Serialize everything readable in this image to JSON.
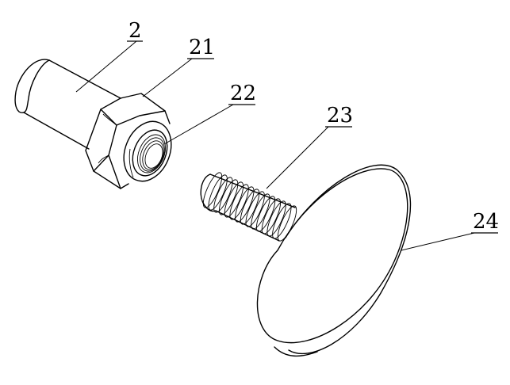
{
  "labels": {
    "part_2": "2",
    "part_21": "21",
    "part_22": "22",
    "part_23": "23",
    "part_24": "24"
  },
  "colors": {
    "line": "#000000",
    "background": "#ffffff"
  }
}
